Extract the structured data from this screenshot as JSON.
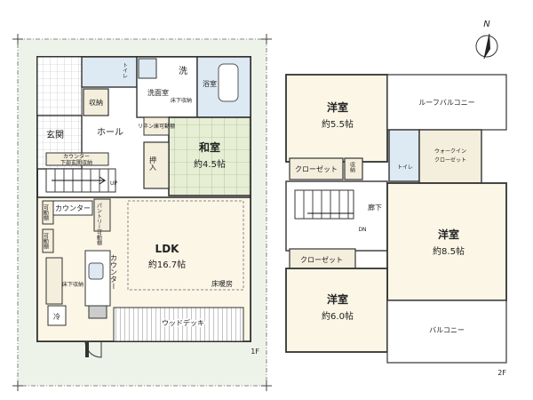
{
  "compass": {
    "letter": "N"
  },
  "floor1": {
    "floor_label": "1F",
    "rooms": {
      "toilet": "トイレ",
      "wash": "洗",
      "washroom": "洗面室",
      "bath": "浴室",
      "underfloor_storage_a": "床下収納",
      "storage": "収納",
      "linen_shelf": "リネン庫可動棚",
      "genkan": "玄関",
      "hall": "ホール",
      "washitsu": "和室",
      "washitsu_size": "約4.5帖",
      "oshiire": "押入",
      "counter_genkan_1": "カウンター",
      "counter_genkan_2": "下部玄関収納",
      "up": "UP",
      "counter": "カウンター",
      "pantry": "パントリー可動棚",
      "movable_shelf_1": "可動棚",
      "movable_shelf_2": "可動棚",
      "ldk": "LDK",
      "ldk_size": "約16.7帖",
      "floor_heating": "床暖房",
      "counter_kitchen": "カウンター",
      "underfloor_storage_b": "床下収納",
      "fridge": "冷",
      "wood_deck": "ウッドデッキ"
    }
  },
  "floor2": {
    "floor_label": "2F",
    "rooms": {
      "yoshitsu_a": "洋室",
      "yoshitsu_a_size": "約5.5帖",
      "roof_balcony": "ルーフバルコニー",
      "closet_a": "クローゼット",
      "storage": "収納",
      "toilet": "トイレ",
      "walkin_1": "ウォークイン",
      "walkin_2": "クローゼット",
      "corridor": "廊下",
      "dn": "DN",
      "yoshitsu_b": "洋室",
      "yoshitsu_b_size": "約8.5帖",
      "closet_b": "クローゼット",
      "yoshitsu_c": "洋室",
      "yoshitsu_c_size": "約6.0帖",
      "balcony": "バルコニー"
    }
  }
}
